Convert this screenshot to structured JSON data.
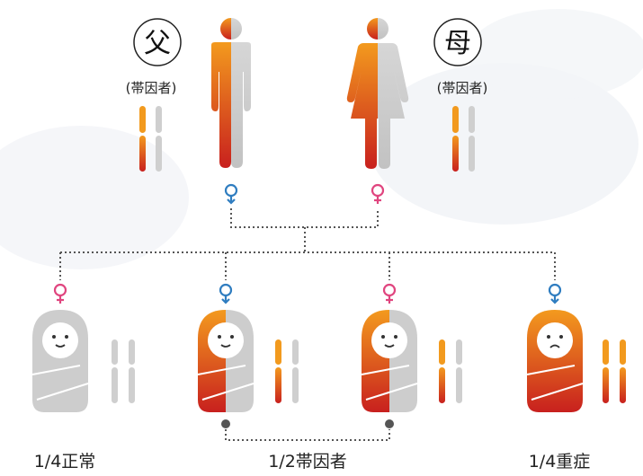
{
  "parents": {
    "father": {
      "glyph": "父",
      "status": "(帯因者)"
    },
    "mother": {
      "glyph": "母",
      "status": "(帯因者)"
    }
  },
  "outcomes": {
    "normal": "1/4正常",
    "carrier": "1/2帯因者",
    "affected": "1/4重症"
  },
  "colors": {
    "orange": "#f08a1c",
    "red": "#c8201e",
    "gray": "#cfcfcf",
    "male_symbol": "#2f7dc0",
    "female_symbol": "#e0457f",
    "connector": "#555555"
  },
  "icons": [
    "male-figure-icon",
    "female-figure-icon",
    "chromosome-icon",
    "male-symbol-icon",
    "female-symbol-icon",
    "baby-icon"
  ]
}
